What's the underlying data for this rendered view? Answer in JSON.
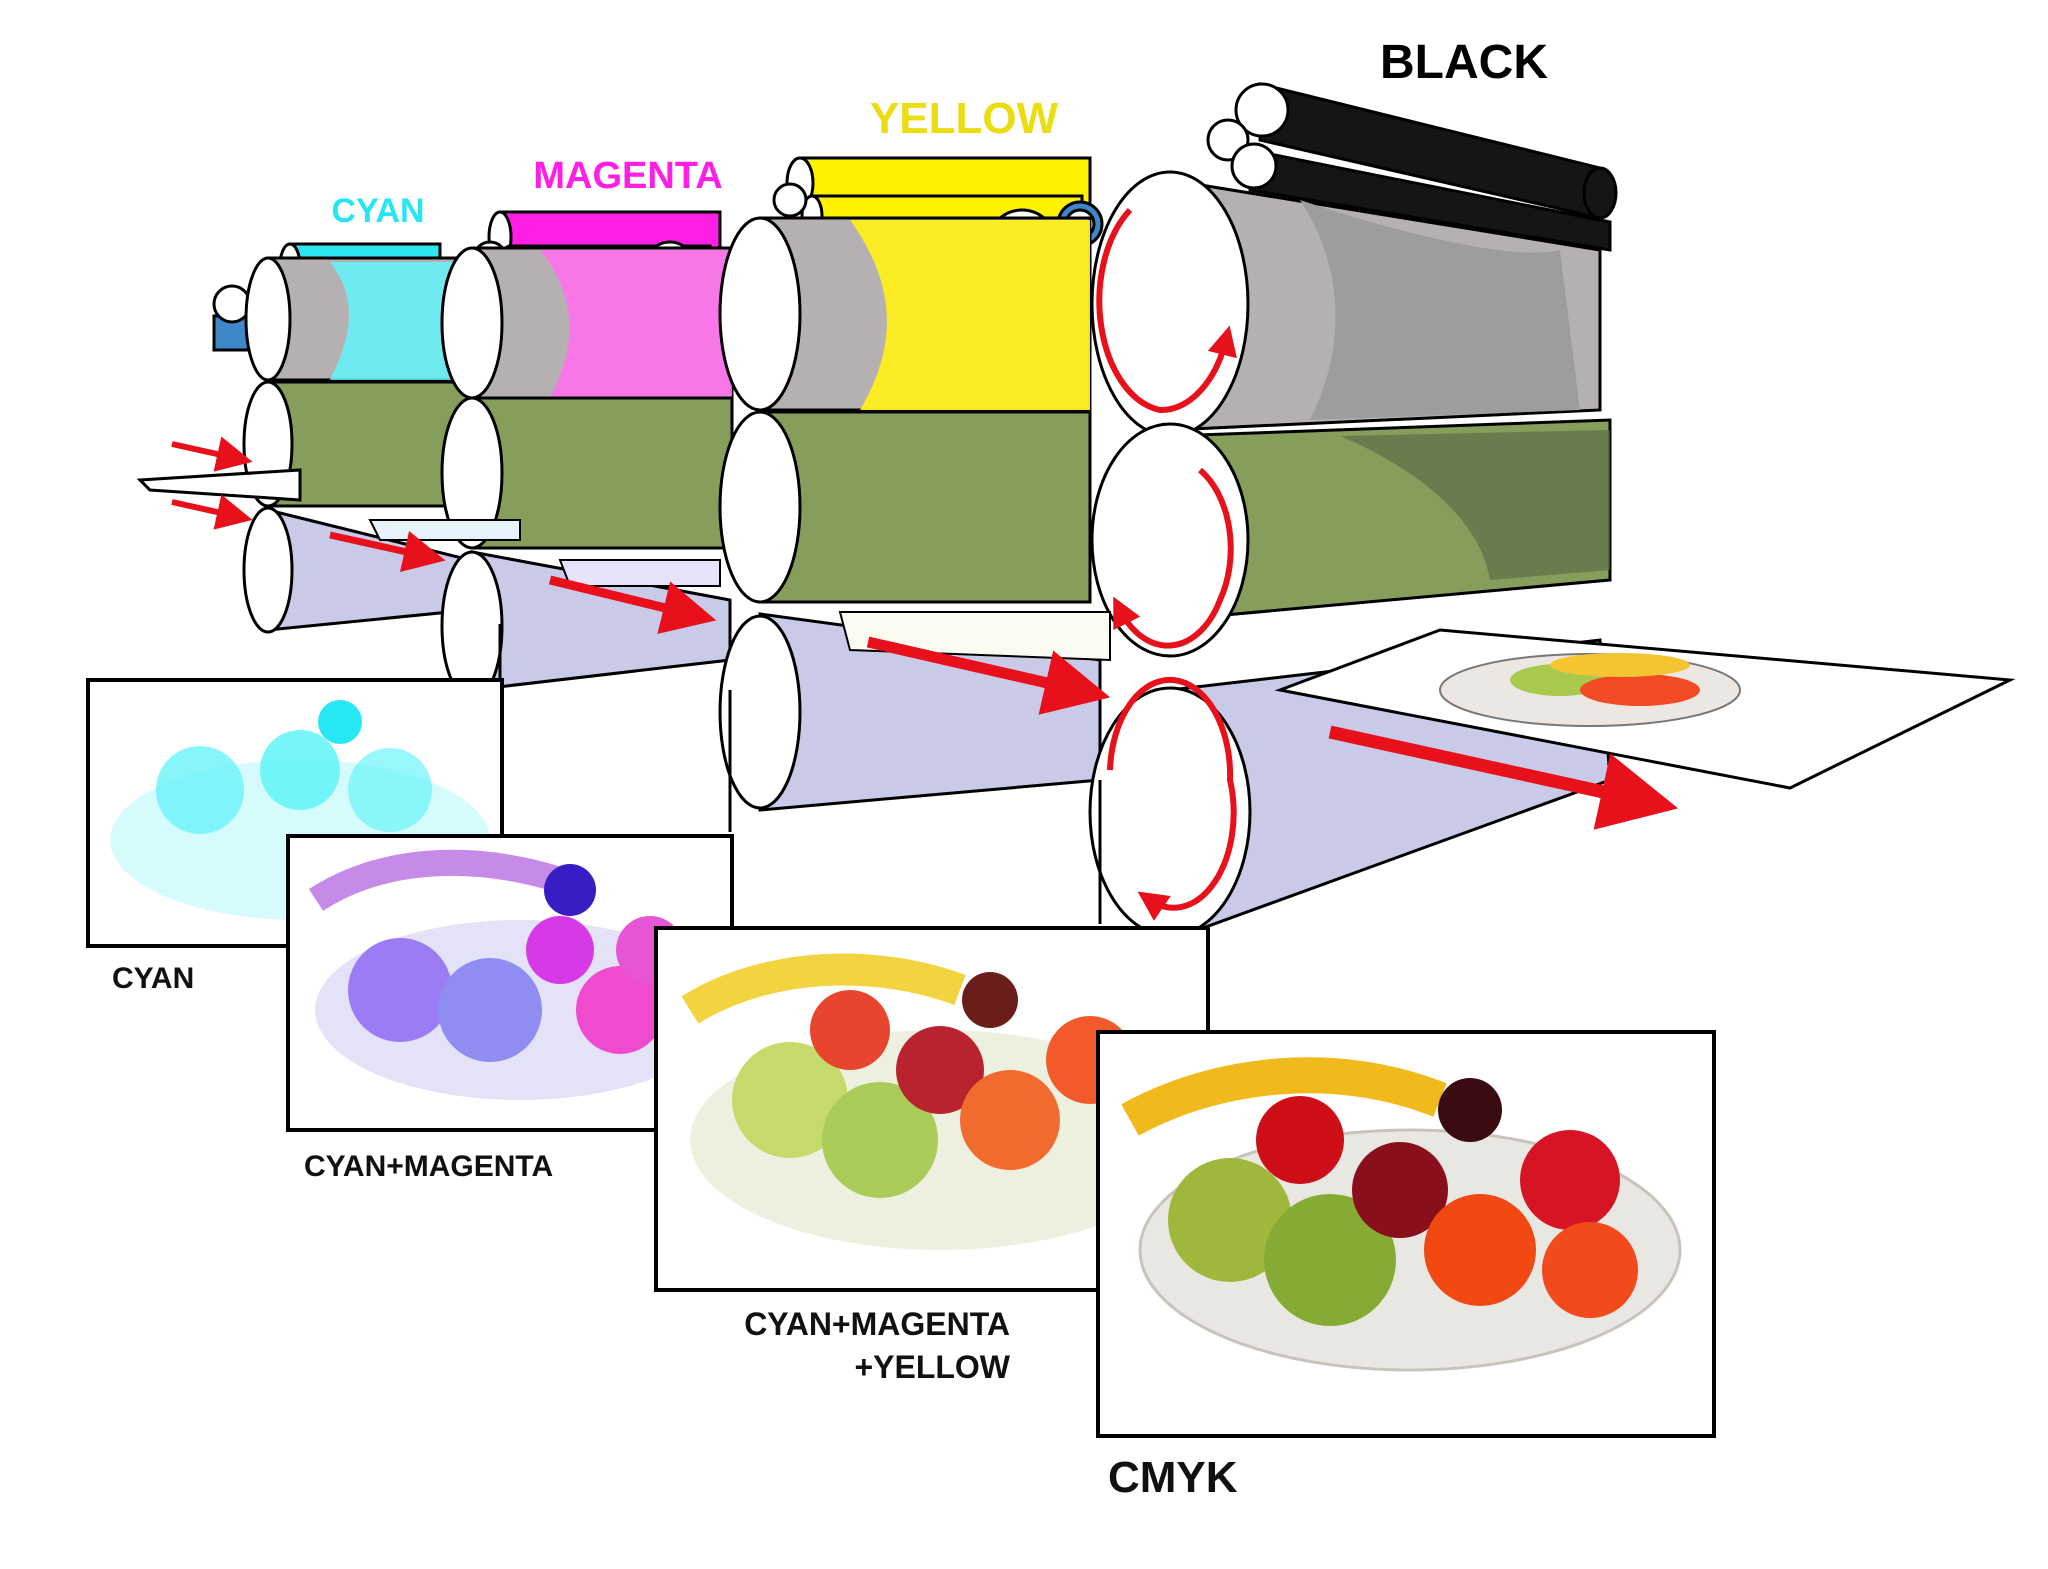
{
  "units": [
    {
      "id": "cyan",
      "label": "CYAN",
      "ink": "#00e5ff",
      "plate_tint": "#63f4fb",
      "label_color": "#26e6f6"
    },
    {
      "id": "magenta",
      "label": "MAGENTA",
      "ink": "#ff00e6",
      "plate_tint": "#ff70ec",
      "label_color": "#ff1ee4"
    },
    {
      "id": "yellow",
      "label": "YELLOW",
      "ink": "#fff200",
      "plate_tint": "#ffee1a",
      "label_color": "#ecdc12"
    },
    {
      "id": "black",
      "label": "BLACK",
      "ink": "#151515",
      "plate_tint": "#9d9d9d",
      "label_color": "#000000"
    }
  ],
  "stages": [
    {
      "id": "stage-cyan",
      "caption_lines": [
        "CYAN"
      ],
      "tint": "#5ff3f8"
    },
    {
      "id": "stage-cm",
      "caption_lines": [
        "CYAN+MAGENTA"
      ],
      "tint": "#9b7cf5"
    },
    {
      "id": "stage-cmy",
      "caption_lines": [
        "CYAN+MAGENTA",
        "+YELLOW"
      ],
      "tint": "#e9b653"
    },
    {
      "id": "stage-cmyk",
      "caption_lines": [
        "CMYK"
      ],
      "tint": "#d63a22"
    }
  ],
  "colors": {
    "blanket": "#859e5c",
    "plate_gray": "#b5b0b2",
    "impression_shadow": "#c9c9e8",
    "arrow": "#e8101a",
    "ink_tray": "#3f88c8"
  }
}
